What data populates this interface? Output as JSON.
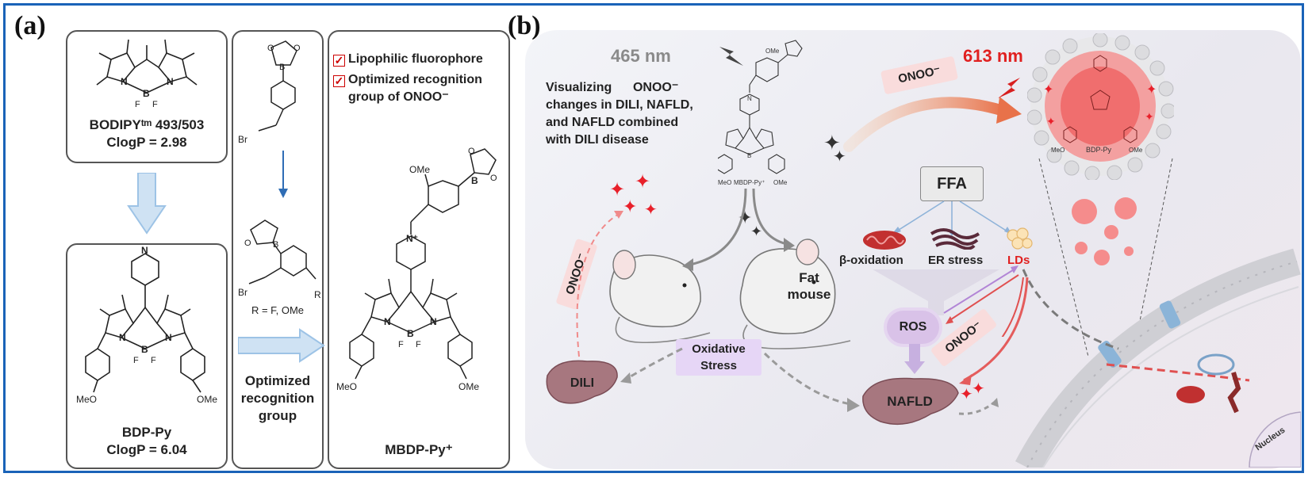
{
  "panel_a": {
    "label": "(a)",
    "bodipy_name": "BODIPYᵗᵐ 493/503",
    "bodipy_clogp": "ClogP = 2.98",
    "bdp_name": "BDP-Py",
    "bdp_clogp": "ClogP = 6.04",
    "bdp_substituent_left": "MeO",
    "bdp_substituent_right": "OMe",
    "reagent_br_top": "Br",
    "reagent_br_bottom": "Br",
    "reagent_r": "R",
    "reagent_r_values": "R = F, OMe",
    "arrow_caption": "Optimized\nrecognition\ngroup",
    "check_1": "Lipophilic fluorophore",
    "check_2": "Optimized recognition\ngroup of ONOO⁻",
    "mbdp_ome_top": "OMe",
    "mbdp_meo": "MeO",
    "mbdp_ome": "OMe",
    "mbdp_name": "MBDP-Py⁺",
    "atom_n": "N",
    "atom_b": "B",
    "atom_f": "F",
    "atom_o": "O",
    "atom_nplus": "N⁺"
  },
  "panel_b": {
    "label": "(b)",
    "excitation": "465 nm",
    "emission": "613 nm",
    "description": "Visualizing      ONOO⁻\nchanges in DILI, NAFLD,\nand NAFLD combined\nwith DILI disease",
    "probe_label": "MBDP-Py⁺",
    "probe_meo": "MeO",
    "probe_ome": "OMe",
    "probe_ome_top": "OMe",
    "onoo_tag": "ONOO⁻",
    "ffa": "FFA",
    "beta_oxidation": "β-oxidation",
    "er_stress": "ER stress",
    "lds": "LDs",
    "ros": "ROS",
    "oxidative_stress": "Oxidative\nStress",
    "fat_mouse": "Fat\nmouse",
    "dili": "DILI",
    "nafld": "NAFLD",
    "nucleus": "Nucleus",
    "zoom_label": "BDP-Py",
    "zoom_meo": "MeO",
    "zoom_ome": "OMe",
    "colors": {
      "accent_blue": "#1a63b8",
      "emission_red": "#e02020",
      "sparkle": "#e8202a",
      "label_purple": "#e6d6f6"
    }
  }
}
